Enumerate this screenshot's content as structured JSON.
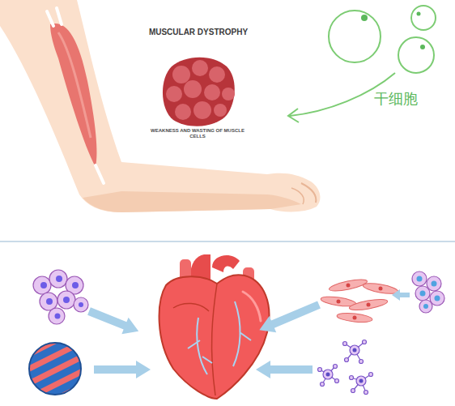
{
  "diagram": {
    "labels": [
      "MUSCULAR DYSTROPHY",
      "WEAKNESS AND WASTING OF MUSCLE CELLS",
      "干细胞"
    ]
  }
}
